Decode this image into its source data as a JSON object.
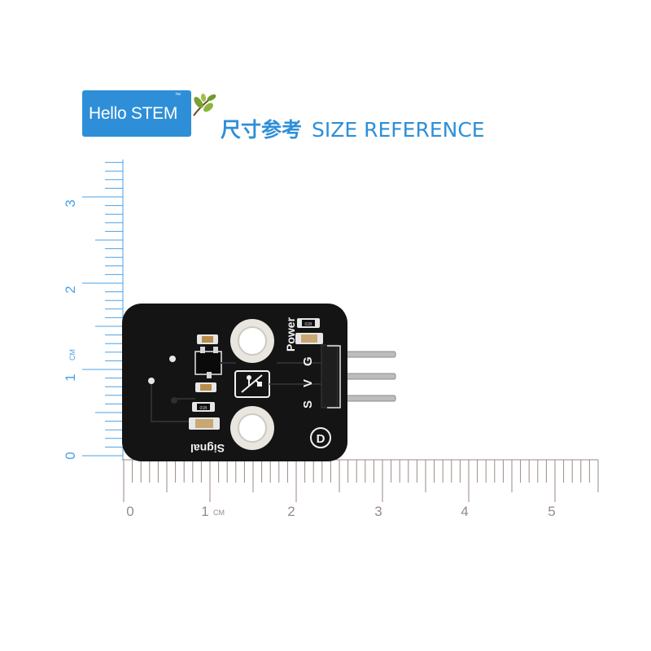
{
  "brand": {
    "name": "Hello STEM",
    "trademark": "™"
  },
  "heading": {
    "chinese": "尺寸参考",
    "english": "SIZE REFERENCE"
  },
  "ruler_horizontal": {
    "labels": [
      "0",
      "1",
      "2",
      "3",
      "4",
      "5"
    ],
    "unit": "CM",
    "unit_after_label": "1"
  },
  "ruler_vertical": {
    "labels": [
      "0",
      "1",
      "2",
      "3"
    ],
    "unit": "CM"
  },
  "board": {
    "silkscreen": {
      "power": "Power",
      "signal": "Signal",
      "pin_g": "G",
      "pin_v": "V",
      "pin_s": "S",
      "badge": "D",
      "resistor_code_1": "01B",
      "resistor_code_2": "01B"
    },
    "pin_count": 3
  },
  "colors": {
    "brand_blue": "#2e8fd8",
    "ruler_lines": "#4aa3e8",
    "ruler_bottom": "#9a8a86",
    "pcb": "#141414",
    "silkscreen": "#f2f2f2",
    "pin_metal": "#b9b9b9"
  }
}
